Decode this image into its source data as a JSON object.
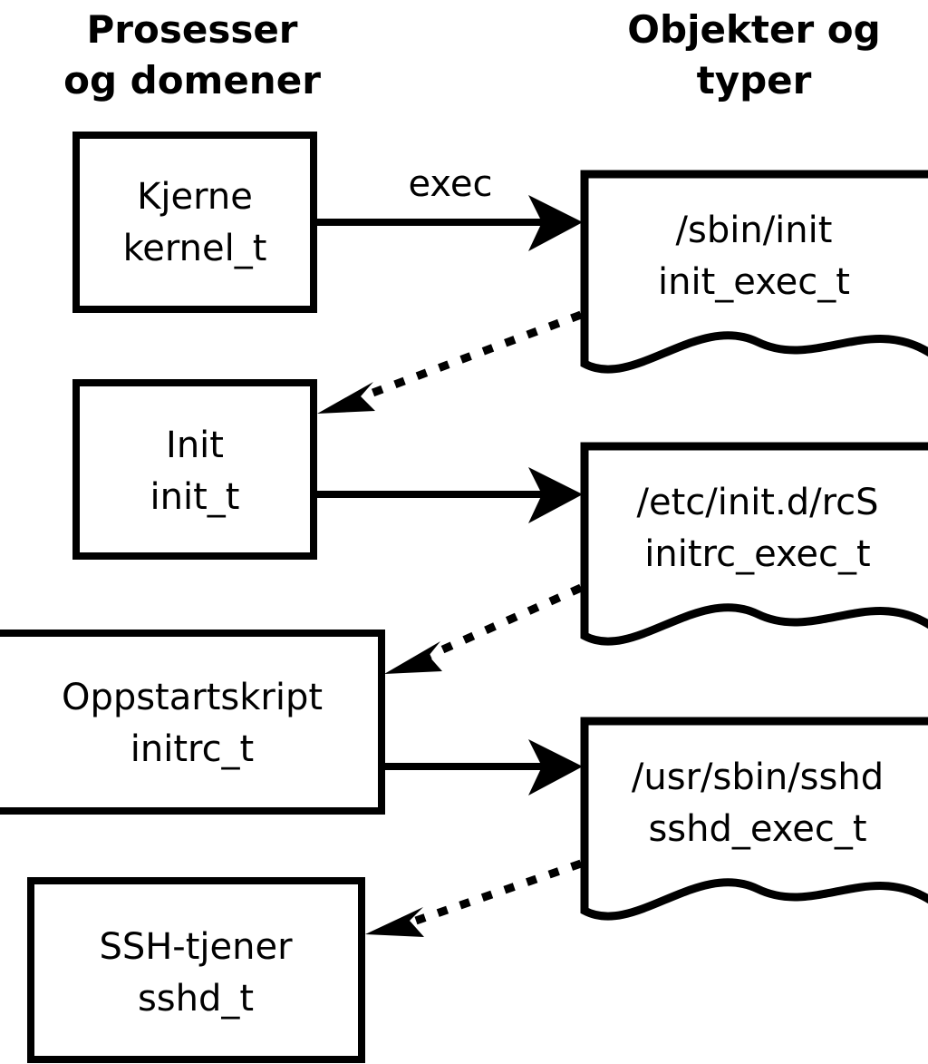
{
  "diagram": {
    "title_left": {
      "line1": "Prosesser",
      "line2": "og domener"
    },
    "title_right": {
      "line1": "Objekter og",
      "line2": "typer"
    },
    "colors": {
      "stroke": "#000000",
      "fill": "#ffffff",
      "background": "#ffffff"
    },
    "processes": [
      {
        "name": "Kjerne",
        "type": "kernel_t"
      },
      {
        "name": "Init",
        "type": "init_t"
      },
      {
        "name": "Oppstartskript",
        "type": "initrc_t"
      },
      {
        "name": "SSH-tjener",
        "type": "sshd_t"
      }
    ],
    "objects": [
      {
        "path": "/sbin/init",
        "type": "init_exec_t"
      },
      {
        "path": "/etc/init.d/rcS",
        "type": "initrc_exec_t"
      },
      {
        "path": "/usr/sbin/sshd",
        "type": "sshd_exec_t"
      }
    ],
    "edges": [
      {
        "label": "exec",
        "from": "Kjerne",
        "to": "/sbin/init",
        "style": "solid"
      },
      {
        "label": "",
        "from": "/sbin/init",
        "to": "Init",
        "style": "dotted"
      },
      {
        "label": "",
        "from": "Init",
        "to": "/etc/init.d/rcS",
        "style": "solid"
      },
      {
        "label": "",
        "from": "/etc/init.d/rcS",
        "to": "Oppstartskript",
        "style": "dotted"
      },
      {
        "label": "",
        "from": "Oppstartskript",
        "to": "/usr/sbin/sshd",
        "style": "solid"
      },
      {
        "label": "",
        "from": "/usr/sbin/sshd",
        "to": "SSH-tjener",
        "style": "dotted"
      }
    ]
  }
}
